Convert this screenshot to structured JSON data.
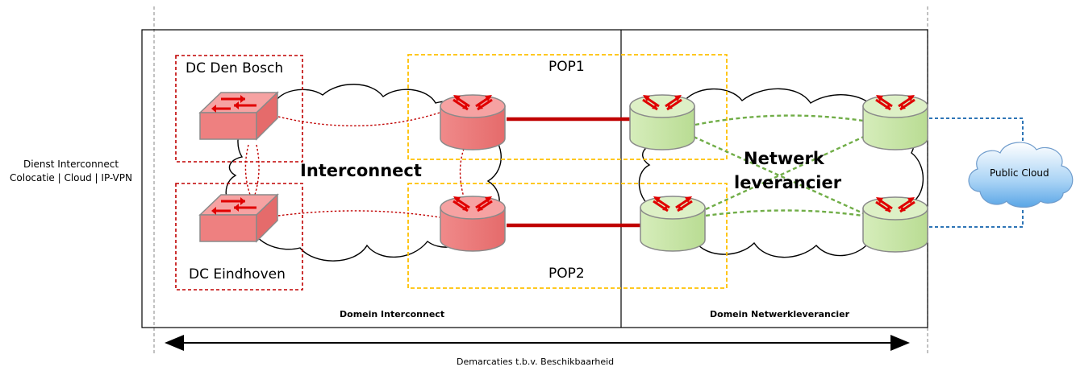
{
  "side_label": {
    "line1": "Dienst Interconnect",
    "line2": "Colocatie | Cloud | IP-VPN"
  },
  "sites": {
    "dc_den_bosch": "DC Den Bosch",
    "dc_eindhoven": "DC Eindhoven",
    "pop1": "POP1",
    "pop2": "POP2"
  },
  "clouds": {
    "interconnect": "Interconnect",
    "netwerk_line1": "Netwerk",
    "netwerk_line2": "leverancier",
    "public_cloud": "Public Cloud"
  },
  "domains": {
    "interconnect": "Domein Interconnect",
    "netwerkleverancier": "Domein Netwerkleverancier"
  },
  "demarcation": "Demarcaties t.b.v. Beschikbaarheid",
  "colors": {
    "red_device": "#f08080",
    "green_device": "#c9e6a8",
    "red_box": "#c00000",
    "yellow_box": "#ffc000",
    "green_link": "#70ad47",
    "blue_link": "#2e75b6",
    "red_link": "#c00000"
  }
}
